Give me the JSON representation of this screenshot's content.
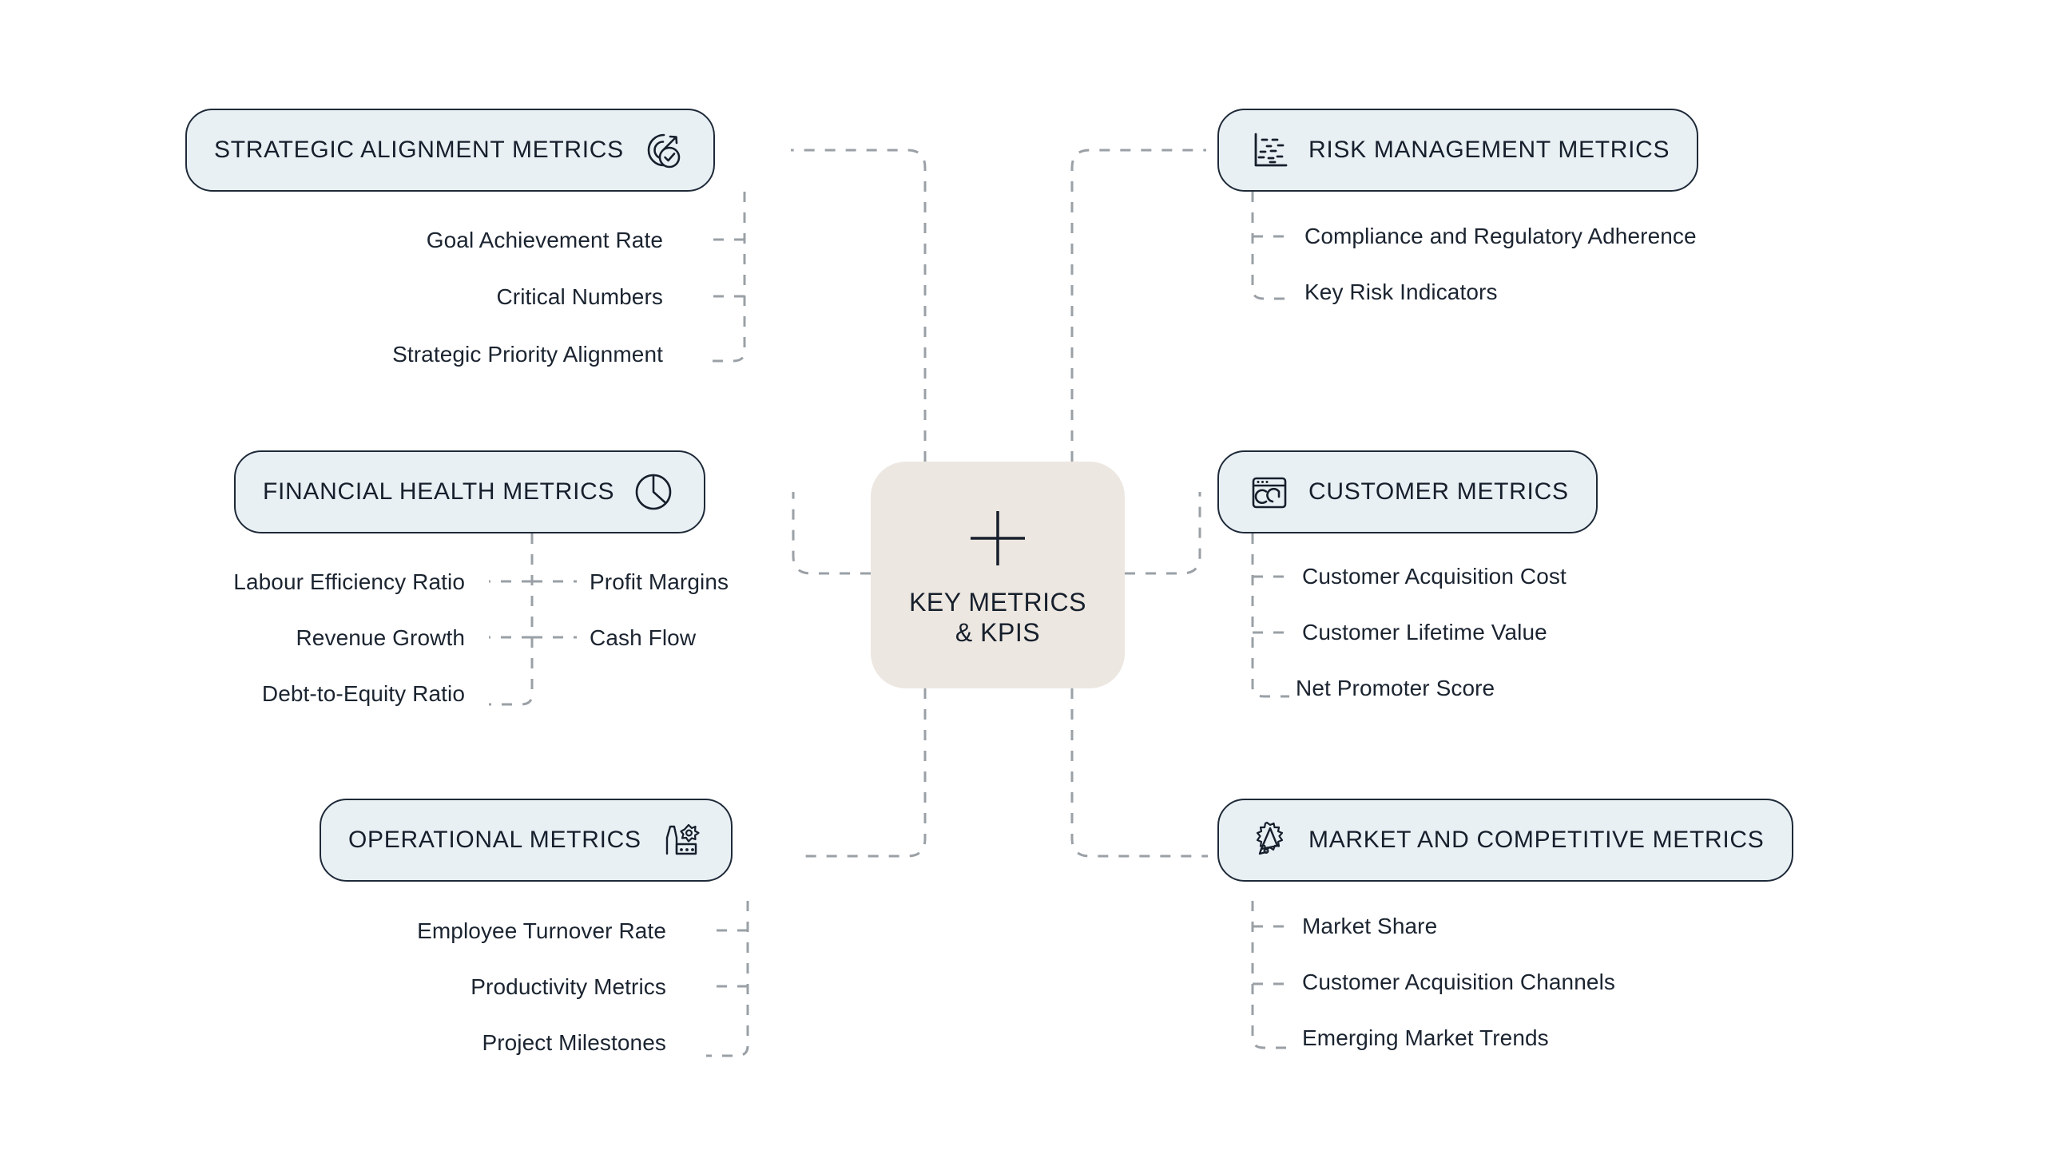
{
  "center": {
    "title": "KEY METRICS\n& KPIS",
    "icon": "plus-icon",
    "bg_color": "#EDE7E1"
  },
  "theme": {
    "card_bg": "#E9F0F4",
    "card_border": "#1E2A38",
    "text_color": "#161F2C",
    "connector_color": "#9AA0A6",
    "page_bg": "#FFFFFF"
  },
  "branches": [
    {
      "id": "strategic-alignment",
      "label": "STRATEGIC ALIGNMENT METRICS",
      "icon": "target-arrow-check-icon",
      "side": "left",
      "items": [
        "Goal Achievement Rate",
        "Critical Numbers",
        "Strategic Priority Alignment"
      ]
    },
    {
      "id": "financial-health",
      "label": "FINANCIAL HEALTH METRICS",
      "icon": "pie-chart-icon",
      "side": "left",
      "items": [
        "Labour Efficiency Ratio",
        "Revenue Growth",
        "Debt-to-Equity Ratio"
      ],
      "items_right": [
        "Profit Margins",
        "Cash Flow"
      ]
    },
    {
      "id": "operational",
      "label": "OPERATIONAL METRICS",
      "icon": "factory-gear-icon",
      "side": "left",
      "items": [
        "Employee Turnover Rate",
        "Productivity Metrics",
        "Project Milestones"
      ]
    },
    {
      "id": "risk-management",
      "label": "RISK MANAGEMENT METRICS",
      "icon": "scatter-plot-icon",
      "side": "right",
      "items": [
        "Compliance and Regulatory Adherence",
        "Key Risk Indicators"
      ]
    },
    {
      "id": "customer",
      "label": "CUSTOMER METRICS",
      "icon": "browser-gauges-icon",
      "side": "right",
      "items": [
        "Customer Acquisition Cost",
        "Customer Lifetime Value",
        "Net Promoter Score"
      ]
    },
    {
      "id": "market-competitive",
      "label": "MARKET AND COMPETITIVE METRICS",
      "icon": "megaphone-burst-icon",
      "side": "right",
      "items": [
        "Market Share",
        "Customer Acquisition Channels",
        "Emerging Market Trends"
      ]
    }
  ]
}
